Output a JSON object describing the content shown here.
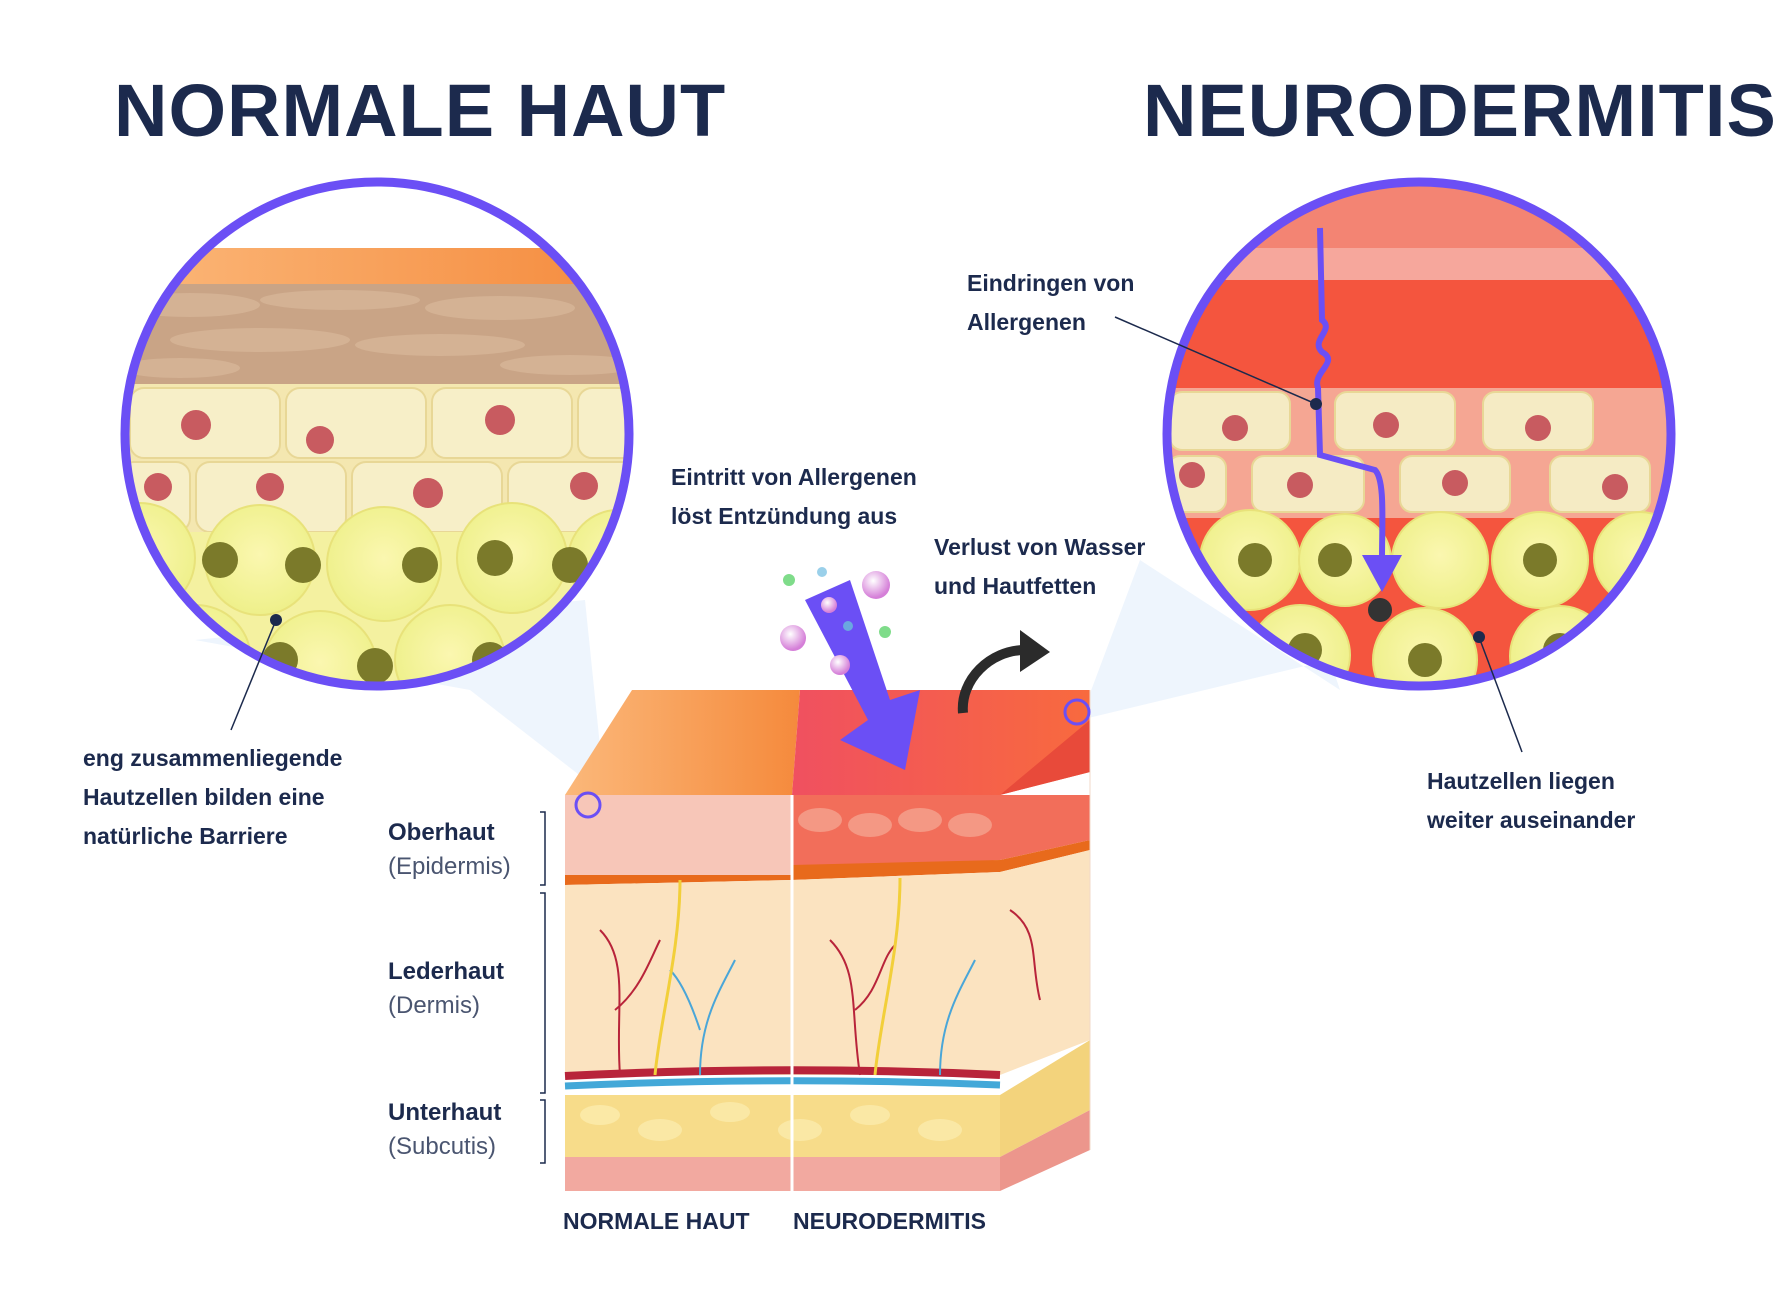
{
  "titles": {
    "left": "NORMALE HAUT",
    "right": "NEURODERMITIS"
  },
  "callouts": {
    "barrier": [
      "eng zusammenliegende",
      "Hautzellen bilden eine",
      "natürliche Barriere"
    ],
    "allergen_entry": [
      "Eintritt von Allergenen",
      "löst Entzündung aus"
    ],
    "water_loss": [
      "Verlust von Wasser",
      "und Hautfetten"
    ],
    "allergen_penetration": [
      "Eindringen von",
      "Allergenen"
    ],
    "cells_apart": [
      "Hautzellen liegen",
      "weiter auseinander"
    ]
  },
  "layers": [
    {
      "name": "Oberhaut",
      "latin": "(Epidermis)"
    },
    {
      "name": "Lederhaut",
      "latin": "(Dermis)"
    },
    {
      "name": "Unterhaut",
      "latin": "(Subcutis)"
    }
  ],
  "bottom_labels": {
    "left": "NORMALE HAUT",
    "right": "NEURODERMITIS"
  },
  "colors": {
    "title": "#1c2a4d",
    "accent_purple": "#6b4ff5",
    "normal_skin": "#f5a04a",
    "inflamed_skin": "#f04a3a",
    "epidermis_pink": "#f7c6b8",
    "dermis": "#fbe3c0",
    "fat": "#f7dc8a",
    "subcutis_bottom": "#f2a9a0"
  },
  "icons": [
    "allergen-arrow-icon",
    "water-loss-arrow-icon",
    "allergen-particle-icon"
  ]
}
